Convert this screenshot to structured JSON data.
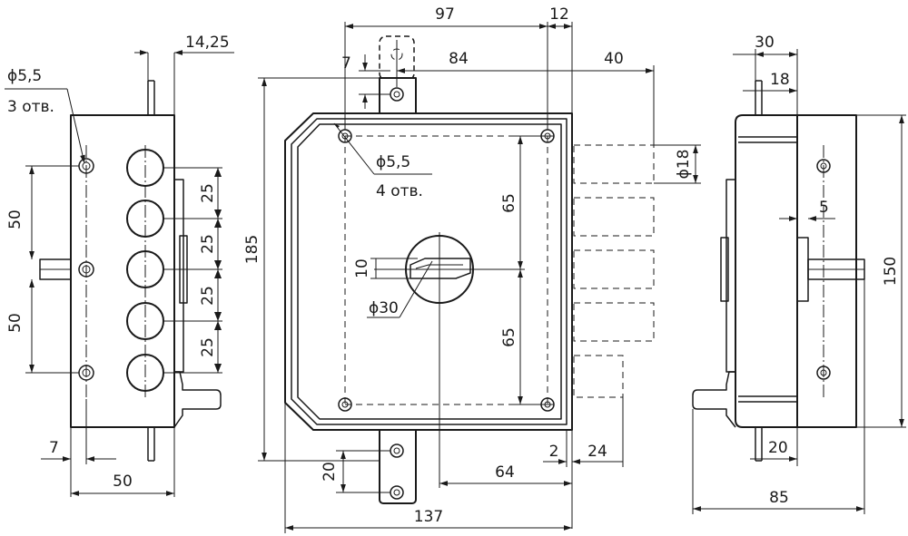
{
  "dims": {
    "left_top_width": "14,25",
    "left_hole_dia": "ϕ5,5",
    "left_hole_count": "3 отв.",
    "left_spacing_upper": "50",
    "left_spacing_lower": "50",
    "pitch_1": "25",
    "pitch_2": "25",
    "pitch_3": "25",
    "pitch_4": "25",
    "left_bottom_offset": "7",
    "left_bottom_width": "50",
    "front_top_97": "97",
    "front_top_12": "12",
    "front_top_7": "7",
    "front_84": "84",
    "front_40": "40",
    "front_height_185": "185",
    "front_hole_dia": "ϕ5,5",
    "front_hole_count": "4 отв.",
    "front_upper_65": "65",
    "front_lower_65": "65",
    "front_bolt_dia": "ϕ18",
    "front_key_10": "10",
    "front_cyl_dia": "ϕ30",
    "front_20": "20",
    "front_64": "64",
    "front_2": "2",
    "front_24": "24",
    "front_width_137": "137",
    "right_30": "30",
    "right_18": "18",
    "right_5": "5",
    "right_150": "150",
    "right_20": "20",
    "right_85": "85"
  }
}
